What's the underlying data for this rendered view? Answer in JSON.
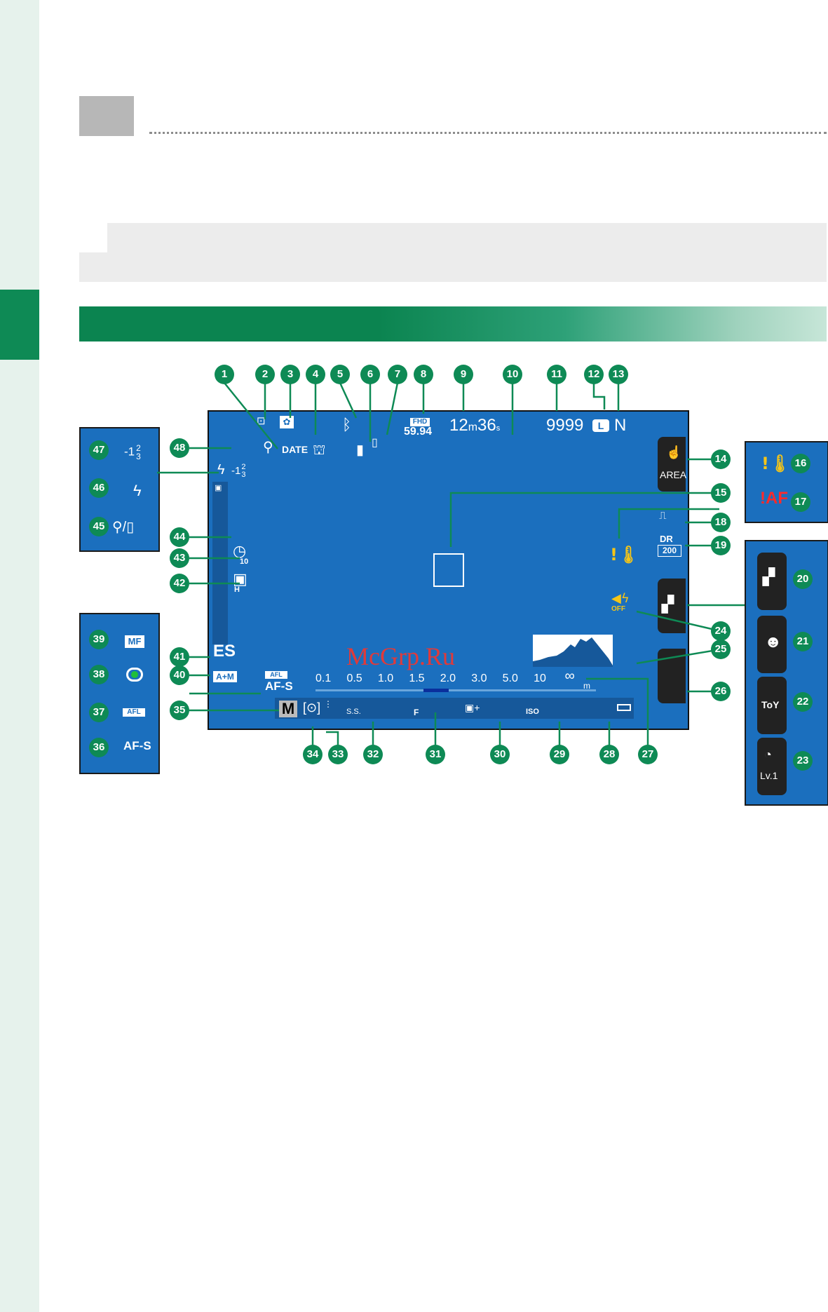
{
  "colors": {
    "accent_green": "#0e8a55",
    "screen_blue": "#1b6fbe",
    "warning_yellow": "#f5c518",
    "warning_red": "#ff2a2a"
  },
  "screen": {
    "date_label": "DATE",
    "fhd_label": "FHD",
    "frame_rate": "59.94",
    "record_time_min": "12",
    "record_time_min_unit": "m",
    "record_time_sec": "36",
    "record_time_sec_unit": "s",
    "frames_remaining": "9999",
    "image_size": "L",
    "image_quality": "N",
    "area_label": "AREA",
    "flash_comp": "-1",
    "flash_comp_num": "2",
    "flash_comp_den": "3",
    "es_label": "ES",
    "am_label": "A+M",
    "afl_label": "AFL",
    "af_mode": "AF-S",
    "shooting_mode": "M",
    "dr_label": "DR",
    "dr_value": "200",
    "off_label": "OFF",
    "warn_af": "!AF",
    "distance_scale": [
      "0.1",
      "0.5",
      "1.0",
      "1.5",
      "2.0",
      "3.0",
      "5.0",
      "10",
      "∞"
    ],
    "distance_unit": "m",
    "ss_label": "S.S.",
    "f_label": "F",
    "iso_label": "ISO",
    "timer_sub": "10",
    "drive_sub": "H",
    "lv_label": "Lv.1",
    "toy_label": "ToY"
  },
  "left_panel_top": {
    "flash_comp": "-1",
    "num": "2",
    "den": "3"
  },
  "left_panel_bottom": {
    "mf": "MF",
    "afl": "AFL",
    "afs": "AF-S"
  },
  "watermark": "McGrp.Ru",
  "callouts": [
    "1",
    "2",
    "3",
    "4",
    "5",
    "6",
    "7",
    "8",
    "9",
    "10",
    "11",
    "12",
    "13",
    "14",
    "15",
    "16",
    "17",
    "18",
    "19",
    "20",
    "21",
    "22",
    "23",
    "24",
    "25",
    "26",
    "27",
    "28",
    "29",
    "30",
    "31",
    "32",
    "33",
    "34",
    "35",
    "36",
    "37",
    "38",
    "39",
    "40",
    "41",
    "42",
    "43",
    "44",
    "45",
    "46",
    "47",
    "48"
  ]
}
